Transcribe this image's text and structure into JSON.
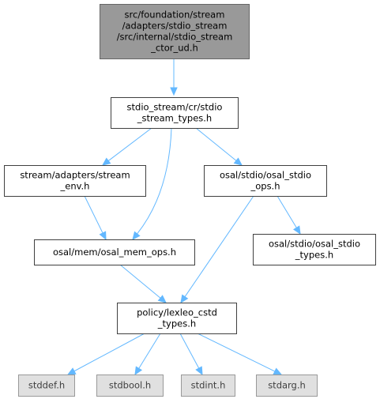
{
  "diagram": {
    "nodes": [
      {
        "id": "root",
        "kind": "root",
        "lines": [
          "src/foundation/stream",
          "/adapters/stdio_stream",
          "/src/internal/stdio_stream",
          "_ctor_ud.h"
        ]
      },
      {
        "id": "types",
        "kind": "file",
        "lines": [
          "stdio_stream/cr/stdio",
          "_stream_types.h"
        ]
      },
      {
        "id": "env",
        "kind": "file",
        "lines": [
          "stream/adapters/stream",
          "_env.h"
        ]
      },
      {
        "id": "ops",
        "kind": "file",
        "lines": [
          "osal/stdio/osal_stdio",
          "_ops.h"
        ]
      },
      {
        "id": "mem",
        "kind": "file",
        "lines": [
          "osal/mem/osal_mem_ops.h"
        ]
      },
      {
        "id": "stypes",
        "kind": "file",
        "lines": [
          "osal/stdio/osal_stdio",
          "_types.h"
        ]
      },
      {
        "id": "cstd",
        "kind": "file",
        "lines": [
          "policy/lexleo_cstd",
          "_types.h"
        ]
      },
      {
        "id": "stddef",
        "kind": "sys",
        "lines": [
          "stddef.h"
        ]
      },
      {
        "id": "stdbool",
        "kind": "sys",
        "lines": [
          "stdbool.h"
        ]
      },
      {
        "id": "stdint",
        "kind": "sys",
        "lines": [
          "stdint.h"
        ]
      },
      {
        "id": "stdarg",
        "kind": "sys",
        "lines": [
          "stdarg.h"
        ]
      }
    ],
    "edges": [
      {
        "from": "root",
        "to": "types"
      },
      {
        "from": "types",
        "to": "env"
      },
      {
        "from": "types",
        "to": "mem"
      },
      {
        "from": "types",
        "to": "ops"
      },
      {
        "from": "env",
        "to": "mem"
      },
      {
        "from": "ops",
        "to": "stypes"
      },
      {
        "from": "ops",
        "to": "cstd"
      },
      {
        "from": "mem",
        "to": "cstd"
      },
      {
        "from": "cstd",
        "to": "stddef"
      },
      {
        "from": "cstd",
        "to": "stdbool"
      },
      {
        "from": "cstd",
        "to": "stdint"
      },
      {
        "from": "cstd",
        "to": "stdarg"
      }
    ]
  }
}
